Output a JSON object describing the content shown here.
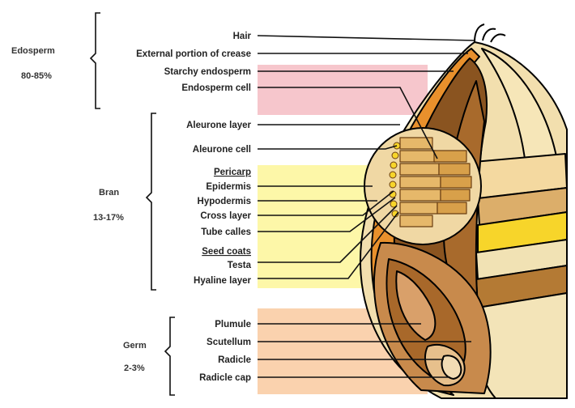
{
  "groups": {
    "endosperm": {
      "name": "Edosperm",
      "percent": "80-85%"
    },
    "bran": {
      "name": "Bran",
      "percent": "13-17%"
    },
    "germ": {
      "name": "Germ",
      "percent": "2-3%"
    }
  },
  "labels": {
    "hair": "Hair",
    "external_crease": "External portion of crease",
    "starchy_endosperm": "Starchy endosperm",
    "endosperm_cell": "Endosperm cell",
    "aleurone_layer": "Aleurone layer",
    "aleurone_cell": "Aleurone cell",
    "pericarp": "Pericarp",
    "epidermis": "Epidermis",
    "hypodermis": "Hypodermis",
    "cross_layer": "Cross layer",
    "tube_calles": "Tube calles",
    "seed_coats": "Seed coats",
    "testa": "Testa",
    "hyaline_layer": "Hyaline layer",
    "plumule": "Plumule",
    "scutellum": "Scutellum",
    "radicle": "Radicle",
    "radicle_cap": "Radicle cap"
  },
  "colors": {
    "endosperm_band": "#f6c6cc",
    "bran_band": "#fdf7a8",
    "germ_band": "#fad2ae",
    "outline": "#000000",
    "endosperm_dark": "#8a5420",
    "endosperm_mid": "#a86a2c",
    "bran_orange": "#e8902c",
    "bran_cream": "#f6e2b0",
    "bran_yellow": "#f7d52a",
    "germ_light": "#d29a5e"
  }
}
